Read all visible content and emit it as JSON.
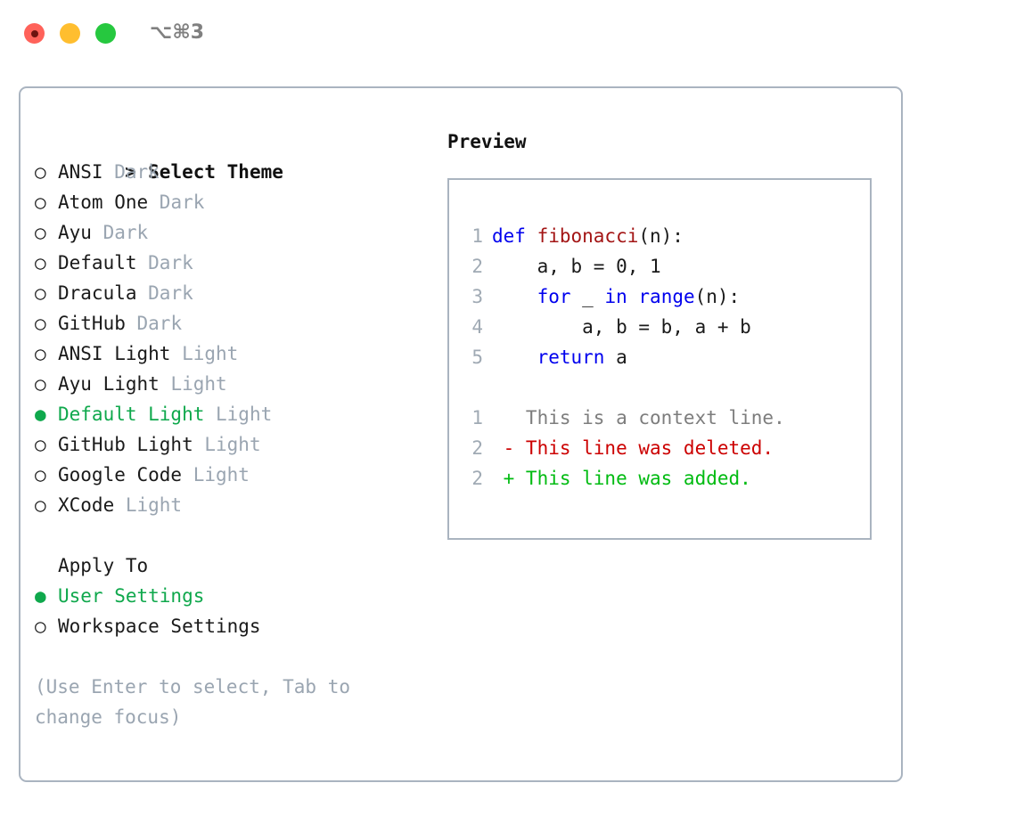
{
  "titlebar": {
    "shortcut": "⌥⌘3",
    "buttons": [
      {
        "name": "close",
        "color": "#ff625a"
      },
      {
        "name": "minimize",
        "color": "#ffbe2f"
      },
      {
        "name": "maximize",
        "color": "#26c83f"
      }
    ]
  },
  "theme_picker": {
    "heading": "Select Theme",
    "heading_marker": ">",
    "marker_unselected": "○",
    "marker_selected": "●",
    "accent_color": "#0fa84c",
    "suffix_color": "#9aa5b1",
    "items": [
      {
        "label": "ANSI",
        "suffix": "Dark",
        "selected": false
      },
      {
        "label": "Atom One",
        "suffix": "Dark",
        "selected": false
      },
      {
        "label": "Ayu",
        "suffix": "Dark",
        "selected": false
      },
      {
        "label": "Default",
        "suffix": "Dark",
        "selected": false
      },
      {
        "label": "Dracula",
        "suffix": "Dark",
        "selected": false
      },
      {
        "label": "GitHub",
        "suffix": "Dark",
        "selected": false
      },
      {
        "label": "ANSI Light",
        "suffix": "Light",
        "selected": false
      },
      {
        "label": "Ayu Light",
        "suffix": "Light",
        "selected": false
      },
      {
        "label": "Default Light",
        "suffix": "Light",
        "selected": true
      },
      {
        "label": "GitHub Light",
        "suffix": "Light",
        "selected": false
      },
      {
        "label": "Google Code",
        "suffix": "Light",
        "selected": false
      },
      {
        "label": "XCode",
        "suffix": "Light",
        "selected": false
      }
    ]
  },
  "apply_to": {
    "heading": "Apply To",
    "items": [
      {
        "label": "User Settings",
        "selected": true
      },
      {
        "label": "Workspace Settings",
        "selected": false
      }
    ]
  },
  "hint": "(Use Enter to select, Tab to change focus)",
  "preview": {
    "title": "Preview",
    "code_lines": [
      {
        "num": "1",
        "segments": [
          {
            "t": "def ",
            "c": "kw"
          },
          {
            "t": "fibonacci",
            "c": "fn"
          },
          {
            "t": "(n):",
            "c": "plain"
          }
        ]
      },
      {
        "num": "2",
        "segments": [
          {
            "t": "    a, b = 0, 1",
            "c": "plain"
          }
        ]
      },
      {
        "num": "3",
        "segments": [
          {
            "t": "    ",
            "c": "plain"
          },
          {
            "t": "for",
            "c": "kw"
          },
          {
            "t": " _ ",
            "c": "plain"
          },
          {
            "t": "in",
            "c": "kw"
          },
          {
            "t": " ",
            "c": "plain"
          },
          {
            "t": "range",
            "c": "kw"
          },
          {
            "t": "(n):",
            "c": "plain"
          }
        ]
      },
      {
        "num": "4",
        "segments": [
          {
            "t": "        a, b = b, a + b",
            "c": "plain"
          }
        ]
      },
      {
        "num": "5",
        "segments": [
          {
            "t": "    ",
            "c": "plain"
          },
          {
            "t": "return",
            "c": "kw"
          },
          {
            "t": " a",
            "c": "plain"
          }
        ]
      }
    ],
    "diff_lines": [
      {
        "num": "1",
        "sign": " ",
        "text": "This is a context line.",
        "kind": "diff-ctx"
      },
      {
        "num": "2",
        "sign": "-",
        "text": "This line was deleted.",
        "kind": "diff-del"
      },
      {
        "num": "2",
        "sign": "+",
        "text": "This line was added.",
        "kind": "diff-add"
      }
    ]
  }
}
